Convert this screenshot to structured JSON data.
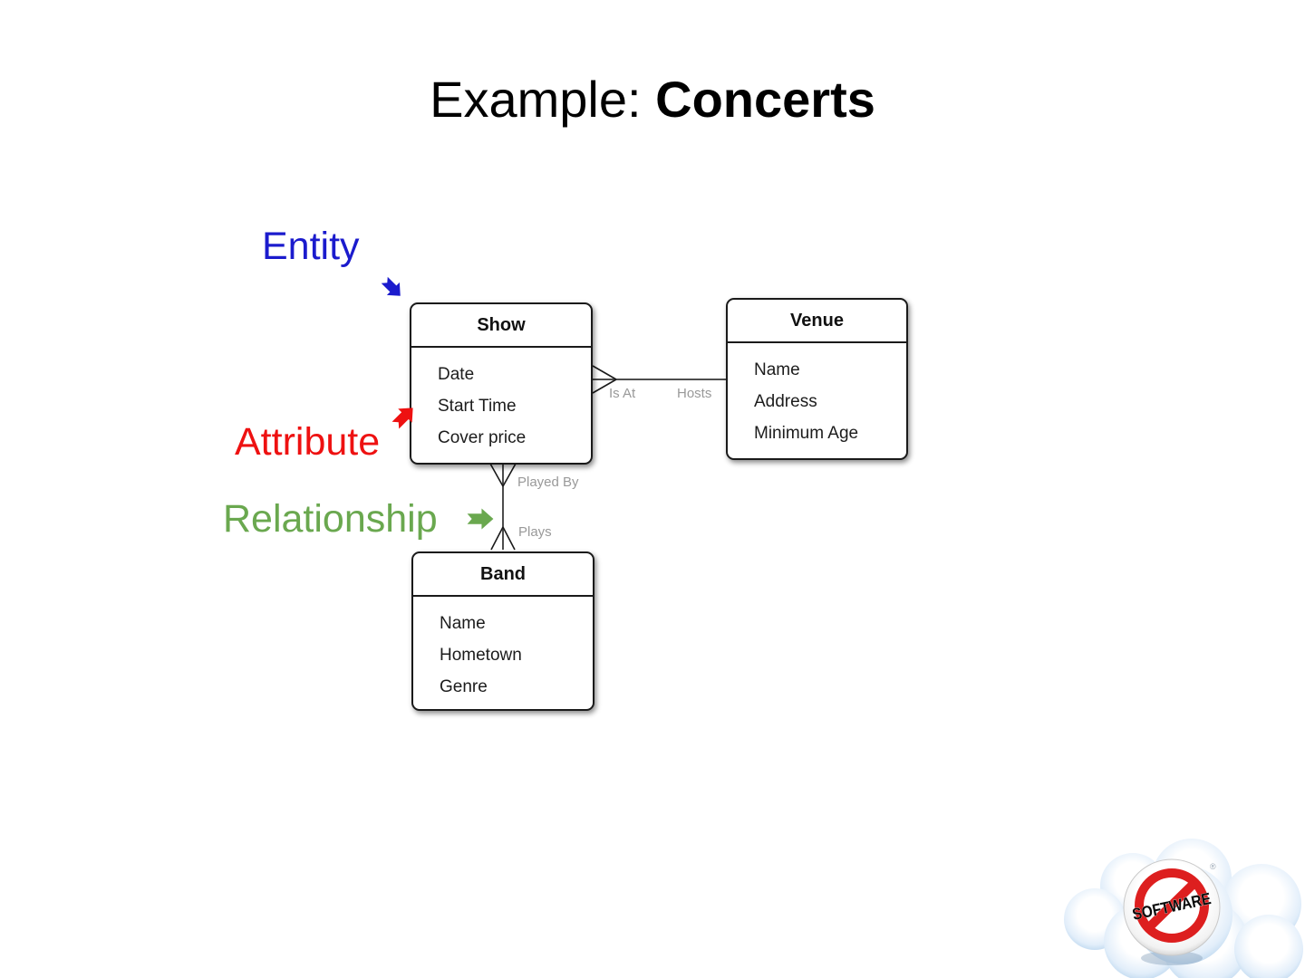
{
  "slide": {
    "title_prefix": "Example: ",
    "title_emphasis": "Concerts",
    "background_color": "#ffffff"
  },
  "annotations": {
    "entity": {
      "label": "Entity",
      "color": "#1b1bcd",
      "arrow_direction": "down-right"
    },
    "attribute": {
      "label": "Attribute",
      "color": "#ee1111",
      "arrow_direction": "up-right"
    },
    "relationship": {
      "label": "Relationship",
      "color": "#6aa84f",
      "arrow_direction": "right"
    }
  },
  "diagram": {
    "entities": [
      {
        "name": "Show",
        "attributes": [
          "Date",
          "Start Time",
          "Cover price"
        ]
      },
      {
        "name": "Venue",
        "attributes": [
          "Name",
          "Address",
          "Minimum Age"
        ]
      },
      {
        "name": "Band",
        "attributes": [
          "Name",
          "Hometown",
          "Genre"
        ]
      }
    ],
    "relationships": [
      {
        "from": "Show",
        "to": "Venue",
        "label_from_side": "Is At",
        "label_to_side": "Hosts",
        "crows_foot_at": [
          "Show"
        ]
      },
      {
        "from": "Show",
        "to": "Band",
        "label_from_side": "Played By",
        "label_to_side": "Plays",
        "crows_foot_at": [
          "Show",
          "Band"
        ]
      }
    ],
    "line_color": "#4d4d4d",
    "label_color": "#999999"
  },
  "logo": {
    "badge_text": "SOFTWARE",
    "registered_mark": "®",
    "cloud_color": "#b9d5ee",
    "ban_color": "#dd1f1f"
  }
}
